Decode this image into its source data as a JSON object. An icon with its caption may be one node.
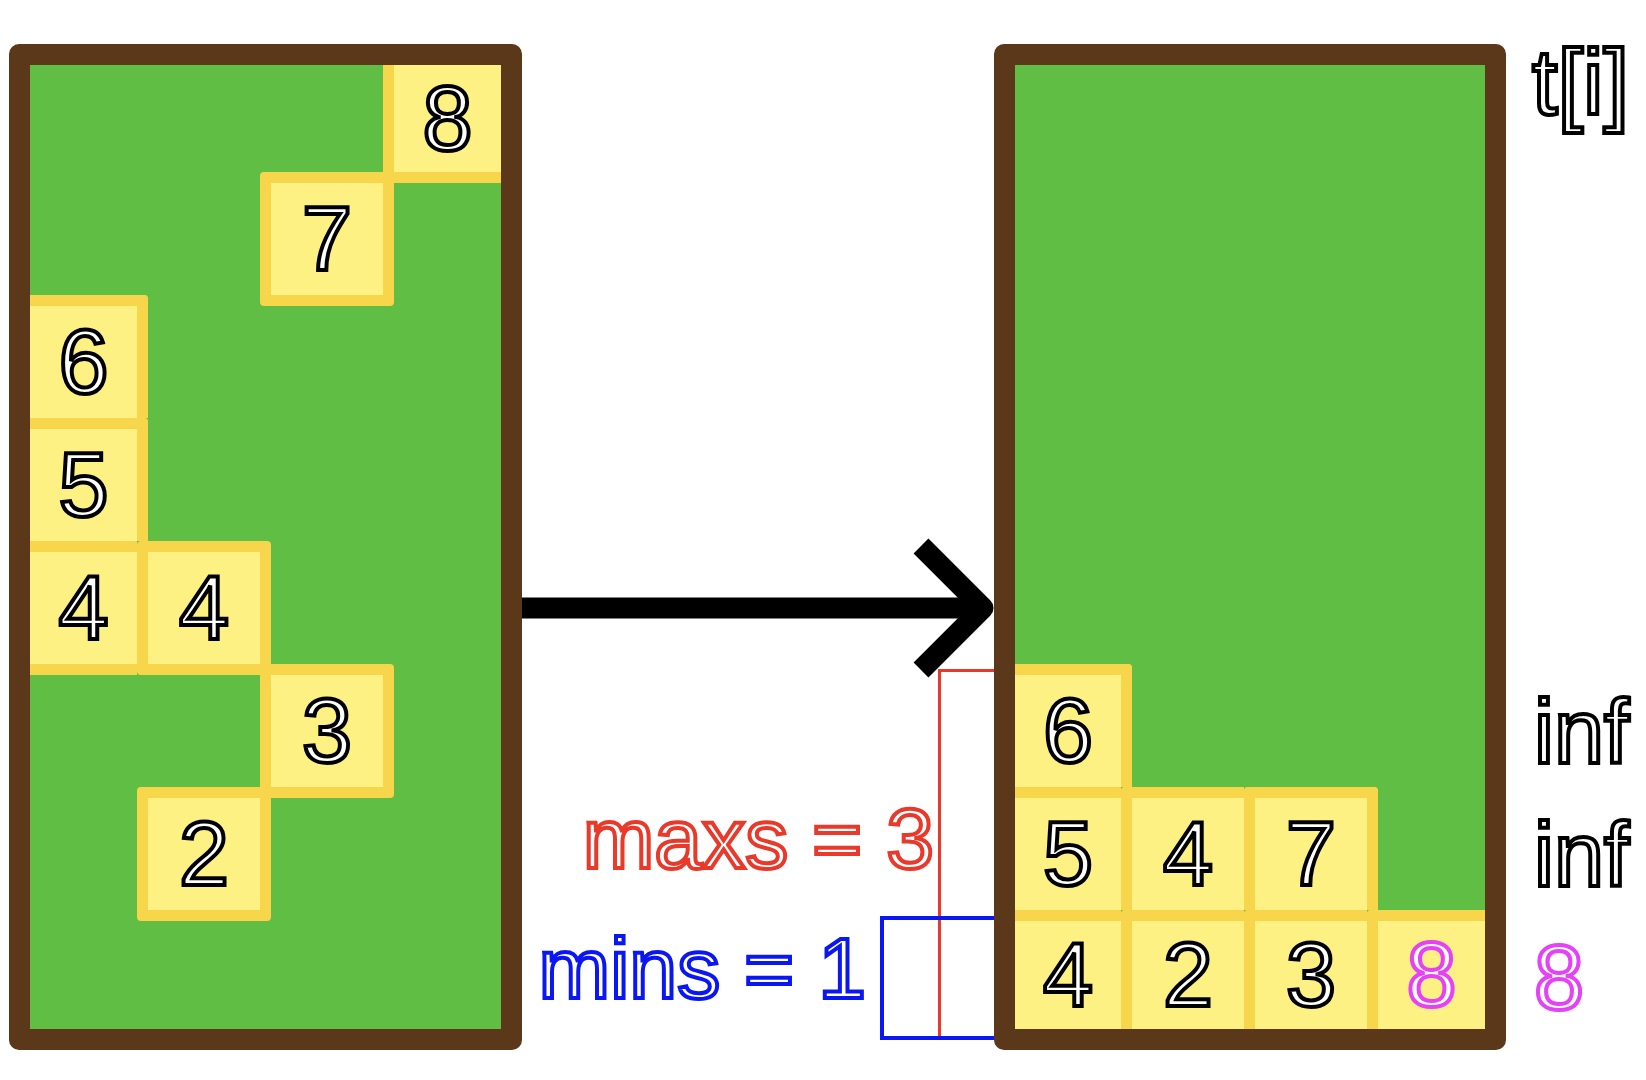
{
  "diagram": {
    "nodes": [
      {
        "text": [],
        "shape": "box"
      },
      {
        "text": [
          "8"
        ],
        "in": 0
      },
      {
        "text": [
          "7"
        ],
        "in": 0
      },
      {
        "text": [
          "6"
        ],
        "in": 0
      },
      {
        "text": [
          "5"
        ],
        "in": 0
      },
      {
        "text": [
          "4"
        ],
        "in": 0
      },
      {
        "text": [
          "4"
        ],
        "in": 0
      },
      {
        "text": [
          "3"
        ],
        "in": 0
      },
      {
        "text": [
          "2"
        ],
        "in": 0
      },
      {
        "text": [
          "maxs = 3"
        ]
      },
      {
        "text": [
          "mins = 1"
        ]
      },
      {
        "text": [],
        "shape": "box"
      },
      {
        "text": [
          "6"
        ],
        "in": 11
      },
      {
        "text": [
          "5"
        ],
        "in": 11
      },
      {
        "text": [
          "4"
        ],
        "in": 11
      },
      {
        "text": [
          "7"
        ],
        "in": 11
      },
      {
        "text": [
          "4"
        ],
        "in": 11
      },
      {
        "text": [
          "2"
        ],
        "in": 11
      },
      {
        "text": [
          "3"
        ],
        "in": 11
      },
      {
        "text": [
          "8"
        ],
        "in": 11
      }
    ],
    "edges": [
      {
        "from": 0,
        "to": 11,
        "arrow": "to"
      }
    ],
    "labels": [
      "t[i]",
      "inf",
      "inf",
      "8"
    ]
  }
}
